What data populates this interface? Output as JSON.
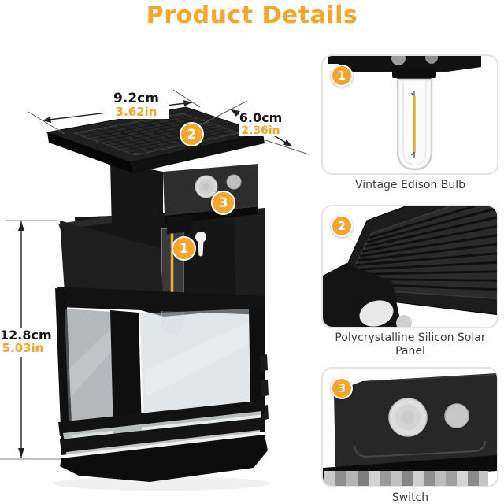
{
  "title": "Product Details",
  "accent_color": "#F5A42C",
  "dimensions": {
    "width": {
      "cm": "9.2cm",
      "in": "3.62in"
    },
    "depth": {
      "cm": "6.0cm",
      "in": "2.36in"
    },
    "height": {
      "cm": "12.8cm",
      "in": "5.03in"
    }
  },
  "callouts": [
    {
      "number": "1",
      "label": "Vintage Edison Bulb"
    },
    {
      "number": "2",
      "label": "Polycrystalline Silicon Solar Panel"
    },
    {
      "number": "3",
      "label": "Switch"
    }
  ]
}
